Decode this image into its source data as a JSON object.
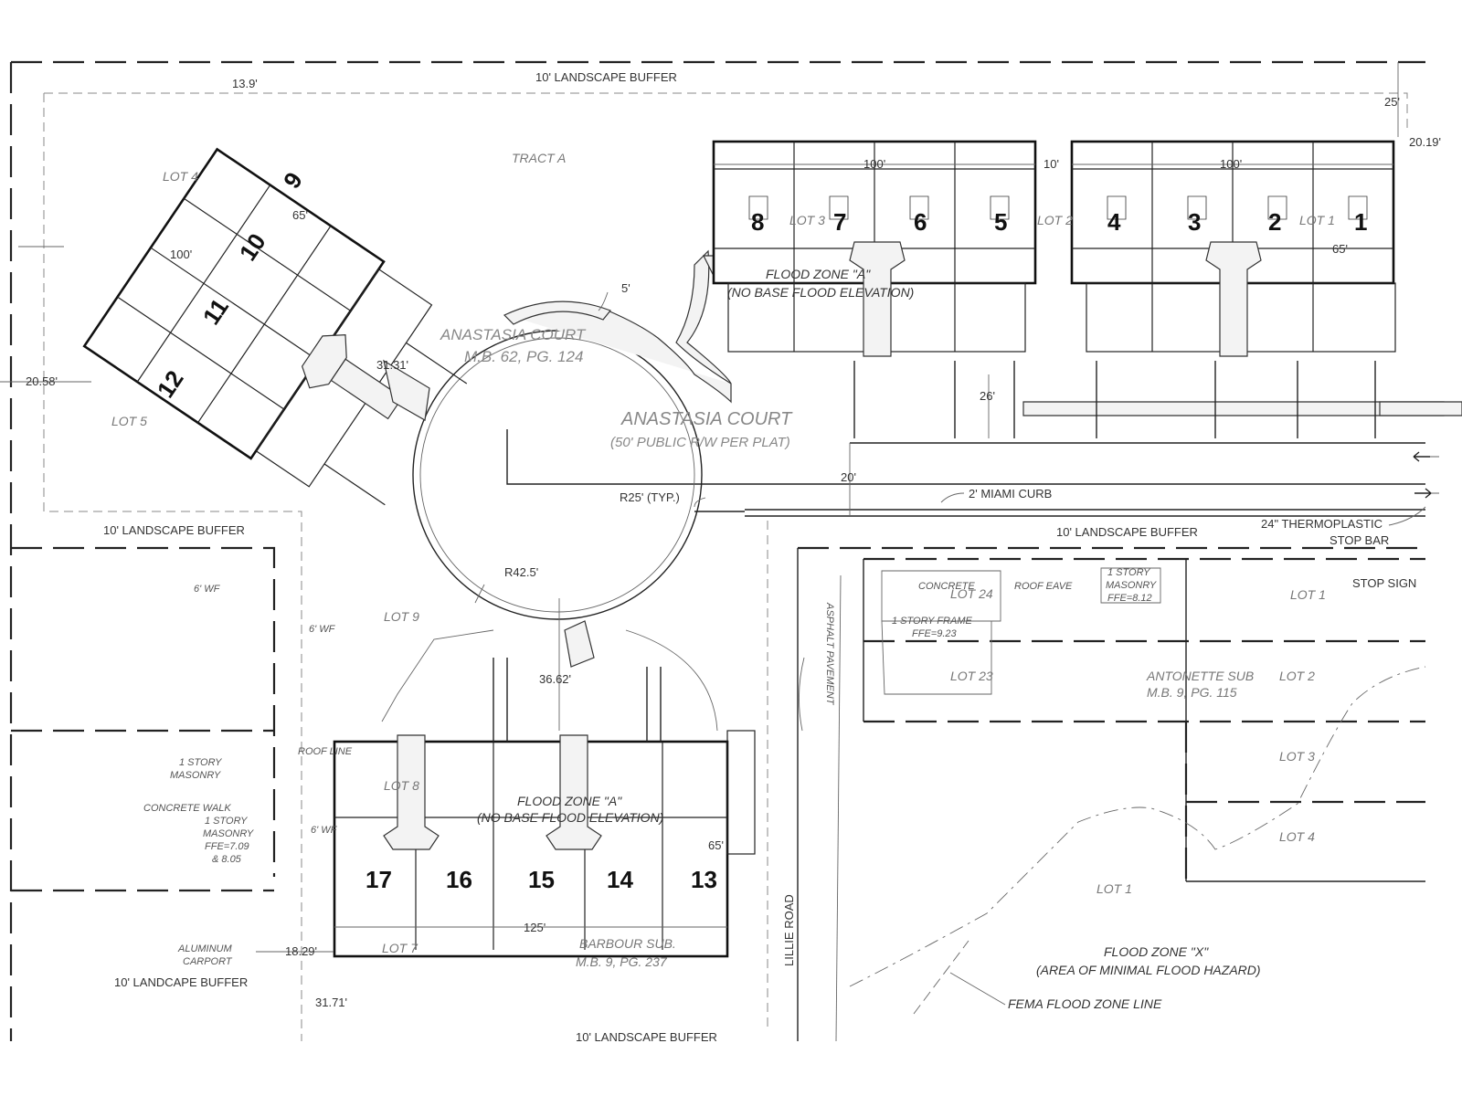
{
  "labels": {
    "buffer_top": "10' LANDSCAPE BUFFER",
    "buffer_left": "10' LANDSCAPE BUFFER",
    "buffer_right": "10' LANDSCAPE BUFFER",
    "buffer_bottom_left": "10' LANDCAPE BUFFER",
    "buffer_bottom": "10' LANDSCAPE BUFFER",
    "tract_a": "TRACT A",
    "court_plat": "ANASTASIA COURT",
    "court_plat_ref": "M.B. 62, PG. 124",
    "street_name": "ANASTASIA COURT",
    "street_row": "(50' PUBLIC R/W PER PLAT)",
    "miami_curb": "2' MIAMI CURB",
    "thermo": "24\" THERMOPLASTIC",
    "stop_bar": "STOP BAR",
    "stop_sign": "STOP SIGN",
    "r25": "R25' (TYP.)",
    "r42": "R42.5'",
    "flood_a_1": "FLOOD ZONE \"A\"",
    "flood_a_2": "(NO BASE FLOOD ELEVATION)",
    "flood_b_1": "FLOOD ZONE \"A\"",
    "flood_b_2": "(NO BASE FLOOD ELEVATION)",
    "flood_x_1": "FLOOD ZONE \"X\"",
    "flood_x_2": "(AREA OF MINIMAL FLOOD HAZARD)",
    "fema": "FEMA FLOOD ZONE LINE",
    "antonette": "ANTONETTE SUB",
    "antonette_ref": "M.B. 9, PG. 115",
    "barbour": "BARBOUR SUB.",
    "barbour_ref": "M.B. 9, PG. 237",
    "lillie": "LILLIE ROAD",
    "asphalt": "ASPHALT PAVEMENT",
    "concrete": "CONCRETE",
    "roof_eave": "ROOF EAVE",
    "story_masonry": "1 STORY",
    "masonry": "MASONRY",
    "ffe_812": "FFE=8.12",
    "story_frame": "1 STORY FRAME",
    "ffe_923": "FFE=9.23",
    "roof_line": "ROOF LINE",
    "concrete_walk": "CONCRETE WALK",
    "left_story": "1 STORY",
    "left_masonry": "MASONRY",
    "left_ffe": "FFE=7.09",
    "left_ffe2": "& 8.05",
    "left_story2": "1 STORY",
    "left_masonry2": "MASONRY",
    "aluminum": "ALUMINUM",
    "carport": "CARPORT",
    "wf1": "6' WF",
    "wf2": "6' WF",
    "wf3": "6' WF"
  },
  "lots": {
    "lot4": "LOT 4",
    "lot5": "LOT 5",
    "lot3": "LOT 3",
    "lot2": "LOT 2",
    "lot1a": "LOT 1",
    "lot9": "LOT 9",
    "lot8": "LOT 8",
    "lot7": "LOT 7",
    "lot24": "LOT 24",
    "lot23": "LOT 23",
    "e_lot1": "LOT 1",
    "e_lot2": "LOT 2",
    "e_lot3": "LOT 3",
    "e_lot4": "LOT 4",
    "s_lot1": "LOT 1"
  },
  "dimensions": {
    "d139": "13.9'",
    "d25": "25'",
    "d2019": "20.19'",
    "d100a": "100'",
    "d100b": "100'",
    "d10": "10'",
    "d65a": "65'",
    "d65b": "65'",
    "d65c": "65'",
    "d100c": "100'",
    "d2058": "20.58'",
    "d3131": "31.31'",
    "d5": "5'",
    "d26": "26'",
    "d20": "20'",
    "d3662": "36.62'",
    "d125": "125'",
    "d1829": "18.29'",
    "d3171": "31.71'"
  },
  "units": {
    "u1": "1",
    "u2": "2",
    "u3": "3",
    "u4": "4",
    "u5": "5",
    "u6": "6",
    "u7": "7",
    "u8": "8",
    "u9": "9",
    "u10": "10",
    "u11": "11",
    "u12": "12",
    "u13": "13",
    "u14": "14",
    "u15": "15",
    "u16": "16",
    "u17": "17"
  },
  "colors": {
    "ink": "#111111",
    "paper": "#ffffff",
    "faint": "#888888"
  }
}
